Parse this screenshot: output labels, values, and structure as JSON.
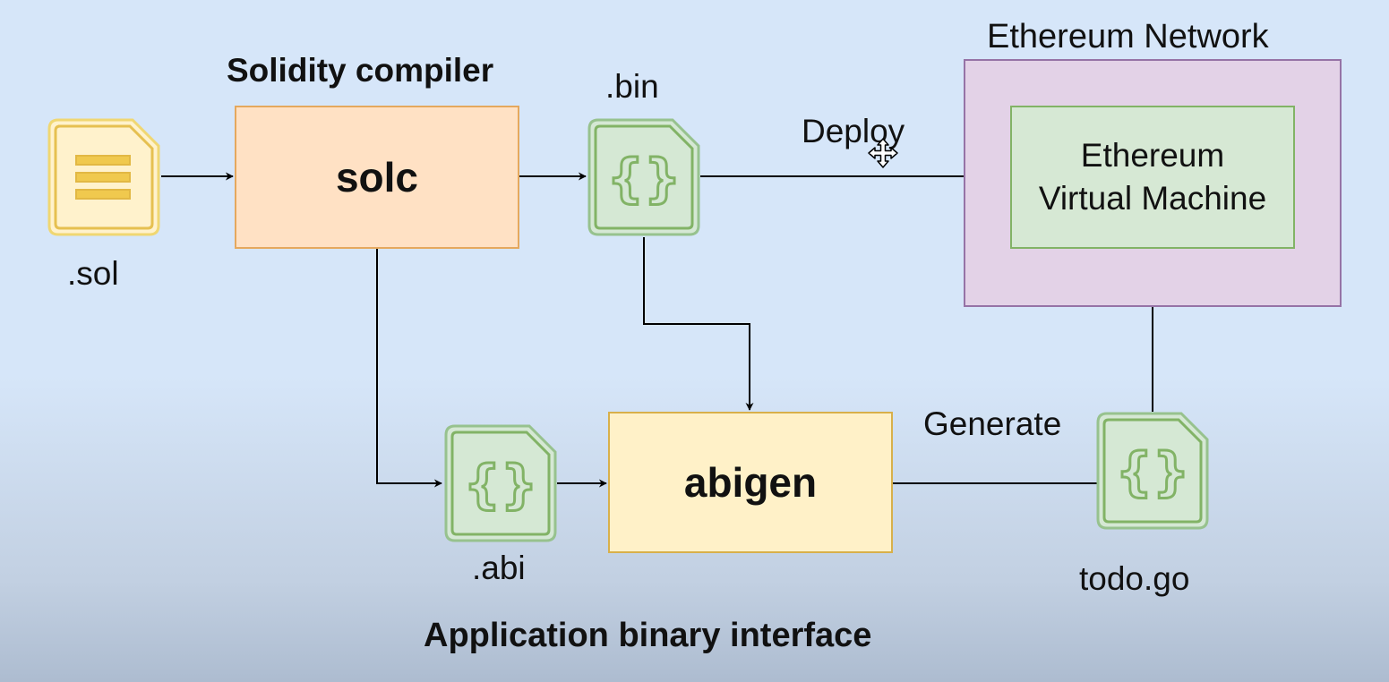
{
  "labels": {
    "solidity_compiler": "Solidity compiler",
    "solc": "solc",
    "bin": ".bin",
    "sol": ".sol",
    "deploy": "Deploy",
    "ethereum_network": "Ethereum Network",
    "evm_line1": "Ethereum",
    "evm_line2": "Virtual Machine",
    "generate": "Generate",
    "abigen": "abigen",
    "abi": ".abi",
    "todo_go": "todo.go",
    "abi_caption": "Application binary interface"
  },
  "icons": {
    "source_file": "document-lines-icon",
    "code_file": "code-braces-file-icon",
    "move_cursor": "move-cursor-icon"
  },
  "colors": {
    "orange_fill": "#ffe1c4",
    "orange_border": "#e5a85e",
    "yellow_fill": "#fff1c8",
    "yellow_border": "#d8b04a",
    "green_fill": "#d6e8d4",
    "green_border": "#82b366",
    "purple_fill": "#e3d2e7",
    "purple_border": "#9673a6",
    "arrow": "#000000"
  }
}
